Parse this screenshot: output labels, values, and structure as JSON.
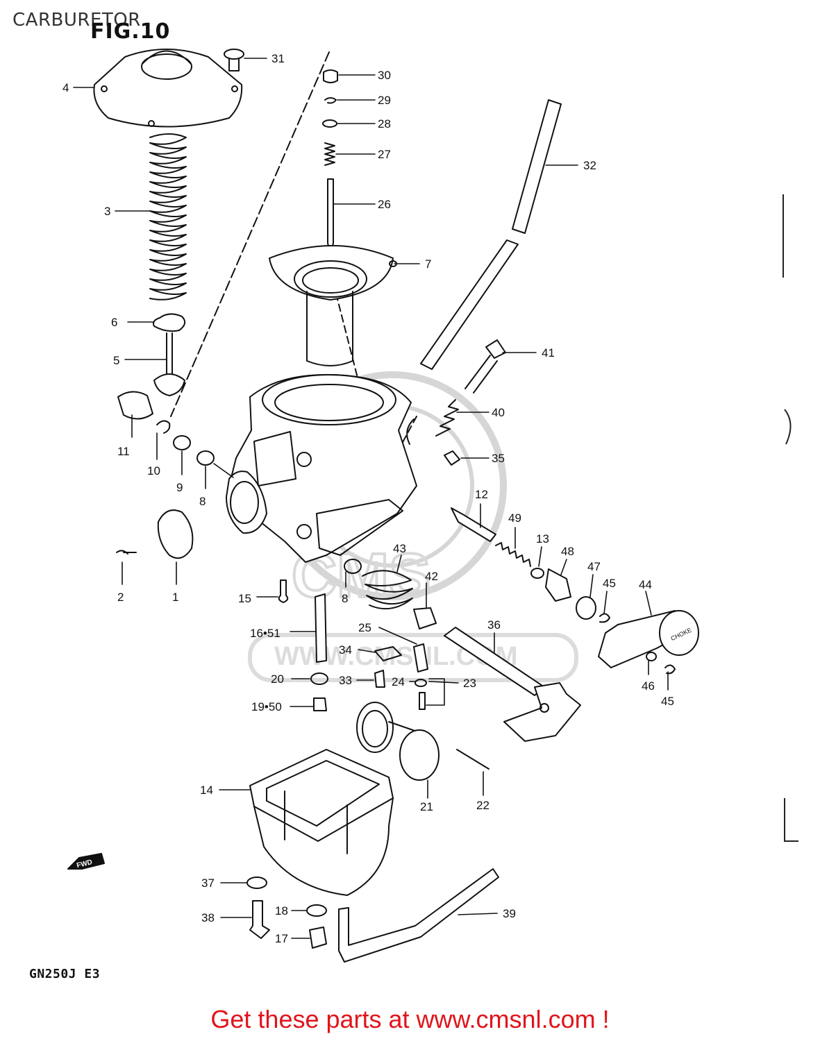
{
  "header": {
    "section_title": "CARBURETOR",
    "figure": "FIG.10"
  },
  "model_code": "GN250J E3",
  "fwd_arrow_label": "FWD",
  "knob_label": "CHOKE",
  "watermark": {
    "brand": "CMS",
    "site": "WWW.CMSNL.COM",
    "color": "#d6d6d6"
  },
  "footer": {
    "cta": "Get these parts at www.cmsnl.com !",
    "color": "#e0141b"
  },
  "callouts": [
    {
      "id": "31",
      "label": "31"
    },
    {
      "id": "30",
      "label": "30"
    },
    {
      "id": "29",
      "label": "29"
    },
    {
      "id": "28",
      "label": "28"
    },
    {
      "id": "27",
      "label": "27"
    },
    {
      "id": "26",
      "label": "26"
    },
    {
      "id": "32",
      "label": "32"
    },
    {
      "id": "4",
      "label": "4"
    },
    {
      "id": "3",
      "label": "3"
    },
    {
      "id": "7",
      "label": "7"
    },
    {
      "id": "6",
      "label": "6"
    },
    {
      "id": "5",
      "label": "5"
    },
    {
      "id": "41",
      "label": "41"
    },
    {
      "id": "40",
      "label": "40"
    },
    {
      "id": "35",
      "label": "35"
    },
    {
      "id": "11",
      "label": "11"
    },
    {
      "id": "10",
      "label": "10"
    },
    {
      "id": "9",
      "label": "9"
    },
    {
      "id": "8a",
      "label": "8"
    },
    {
      "id": "12",
      "label": "12"
    },
    {
      "id": "49",
      "label": "49"
    },
    {
      "id": "13",
      "label": "13"
    },
    {
      "id": "48",
      "label": "48"
    },
    {
      "id": "47",
      "label": "47"
    },
    {
      "id": "45a",
      "label": "45"
    },
    {
      "id": "44",
      "label": "44"
    },
    {
      "id": "43",
      "label": "43"
    },
    {
      "id": "42",
      "label": "42"
    },
    {
      "id": "8b",
      "label": "8"
    },
    {
      "id": "2",
      "label": "2"
    },
    {
      "id": "1",
      "label": "1"
    },
    {
      "id": "15",
      "label": "15"
    },
    {
      "id": "16",
      "label": "16•51"
    },
    {
      "id": "25",
      "label": "25"
    },
    {
      "id": "36",
      "label": "36"
    },
    {
      "id": "34",
      "label": "34"
    },
    {
      "id": "20",
      "label": "20"
    },
    {
      "id": "33",
      "label": "33"
    },
    {
      "id": "24",
      "label": "24"
    },
    {
      "id": "23",
      "label": "23"
    },
    {
      "id": "46",
      "label": "46"
    },
    {
      "id": "45b",
      "label": "45"
    },
    {
      "id": "19",
      "label": "19•50"
    },
    {
      "id": "14",
      "label": "14"
    },
    {
      "id": "21",
      "label": "21"
    },
    {
      "id": "22",
      "label": "22"
    },
    {
      "id": "37",
      "label": "37"
    },
    {
      "id": "38",
      "label": "38"
    },
    {
      "id": "18",
      "label": "18"
    },
    {
      "id": "17",
      "label": "17"
    },
    {
      "id": "39",
      "label": "39"
    }
  ]
}
